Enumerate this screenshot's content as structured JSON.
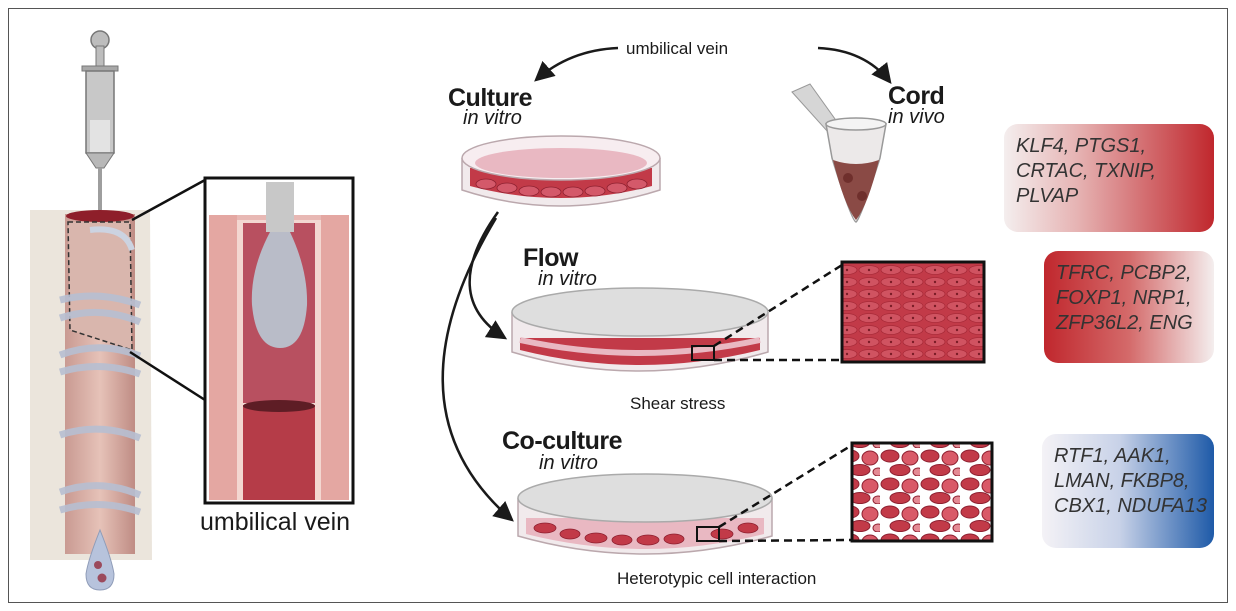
{
  "diagram": {
    "top_label": "umbilical vein",
    "conditions": [
      {
        "name": "Culture",
        "setting": "in vitro"
      },
      {
        "name": "Cord",
        "setting": "in vivo"
      },
      {
        "name": "Flow",
        "setting": "in vitro",
        "caption": "Shear stress"
      },
      {
        "name": "Co-culture",
        "setting": "in vitro",
        "caption": "Heterotypic cell interaction"
      }
    ],
    "vein_caption": "umbilical vein",
    "gene_boxes": [
      {
        "lines": [
          "KLF4, PTGS1,",
          "CRTAC, TXNIP,",
          "PLVAP"
        ]
      },
      {
        "lines": [
          "TFRC, PCBP2,",
          "FOXP1, NRP1,",
          "ZFP36L2, ENG"
        ]
      },
      {
        "lines": [
          "RTF1, AAK1,",
          "LMAN, FKBP8,",
          "CBX1, NDUFA13"
        ]
      }
    ],
    "colors": {
      "endothelium": "#c0272d",
      "tissue": "#e8b8b4",
      "upregulated": "#c0272d",
      "downregulated": "#1e5aa8"
    }
  }
}
